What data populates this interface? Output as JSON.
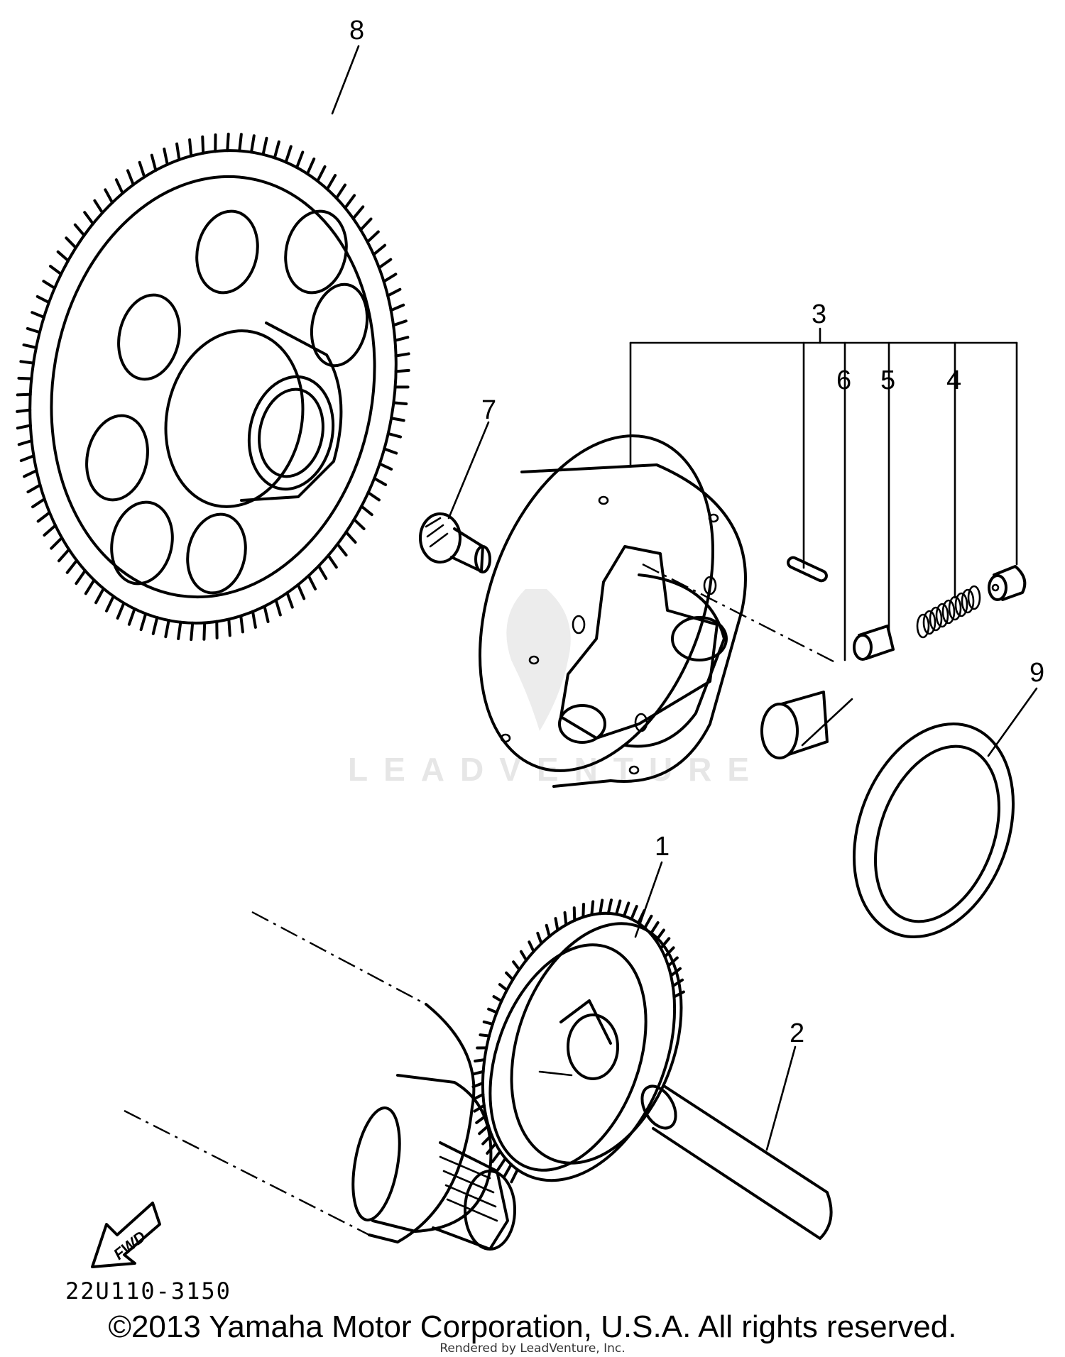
{
  "diagram": {
    "callouts": [
      "1",
      "2",
      "3",
      "4",
      "5",
      "6",
      "7",
      "8",
      "9"
    ],
    "drawing_code": "22U110-3150",
    "watermark": "LEADVENTURE",
    "fwd_label": "FWD"
  },
  "footer": {
    "copyright": "©2013 Yamaha Motor Corporation, U.S.A. All rights reserved.",
    "rendered_by": "Rendered by LeadVenture, Inc."
  }
}
